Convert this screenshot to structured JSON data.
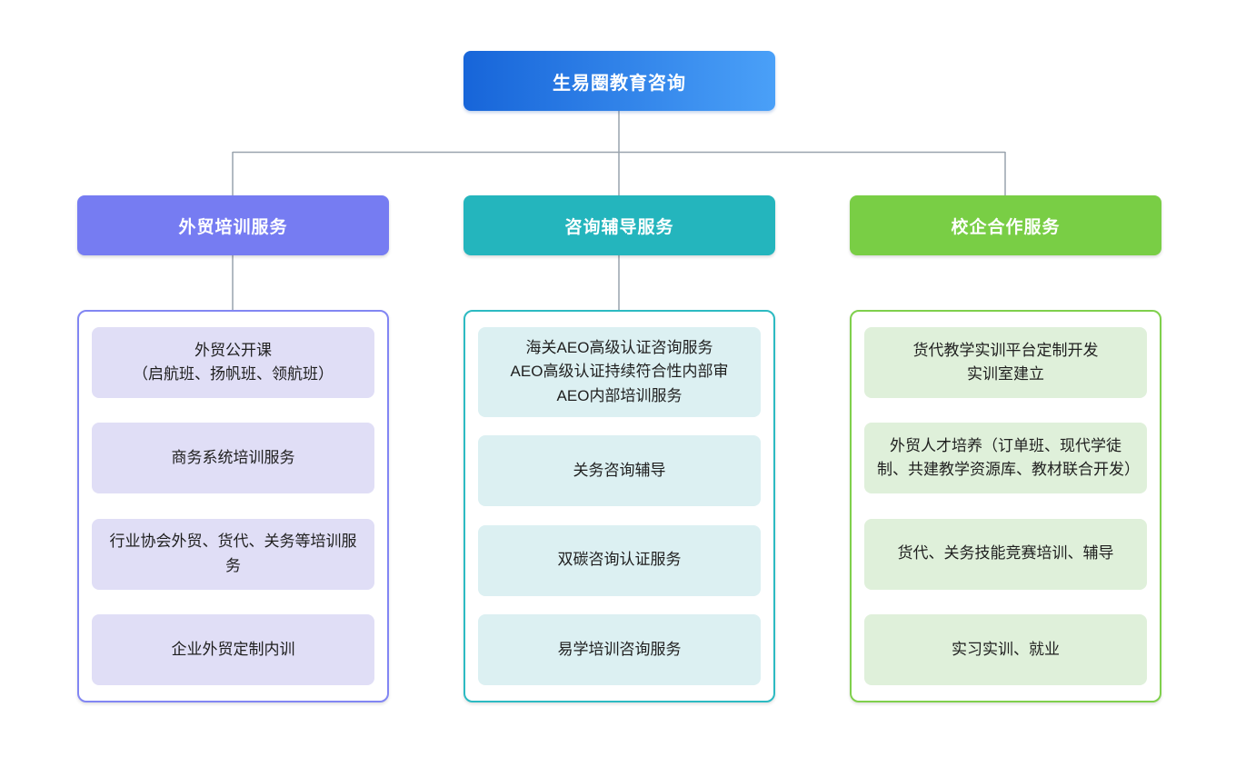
{
  "diagram": {
    "root": {
      "title": "生易圈教育咨询",
      "gradient_start": "#1765D9",
      "gradient_end": "#4AA0F8"
    },
    "connector_color": "#99A3AD",
    "branches": [
      {
        "label": "外贸培训服务",
        "accent_color": "#767CF2",
        "item_bg_color": "#E0DEF6",
        "items": [
          [
            "外贸公开课",
            "（启航班、扬帆班、领航班）"
          ],
          "商务系统培训服务",
          "行业协会外贸、货代、关务等培训服务",
          "企业外贸定制内训"
        ]
      },
      {
        "label": "咨询辅导服务",
        "accent_color": "#24B5BD",
        "item_bg_color": "#DCF0F2",
        "items": [
          [
            "海关AEO高级认证咨询服务",
            "AEO高级认证持续符合性内部审",
            "AEO内部培训服务"
          ],
          "关务咨询辅导",
          "双碳咨询认证服务",
          "易学培训咨询服务"
        ]
      },
      {
        "label": "校企合作服务",
        "accent_color": "#79CE45",
        "item_bg_color": "#DFF0DA",
        "items": [
          [
            "货代教学实训平台定制开发",
            "实训室建立"
          ],
          "外贸人才培养（订单班、现代学徒制、共建教学资源库、教材联合开发）",
          "货代、关务技能竞赛培训、辅导",
          "实习实训、就业"
        ]
      }
    ]
  }
}
